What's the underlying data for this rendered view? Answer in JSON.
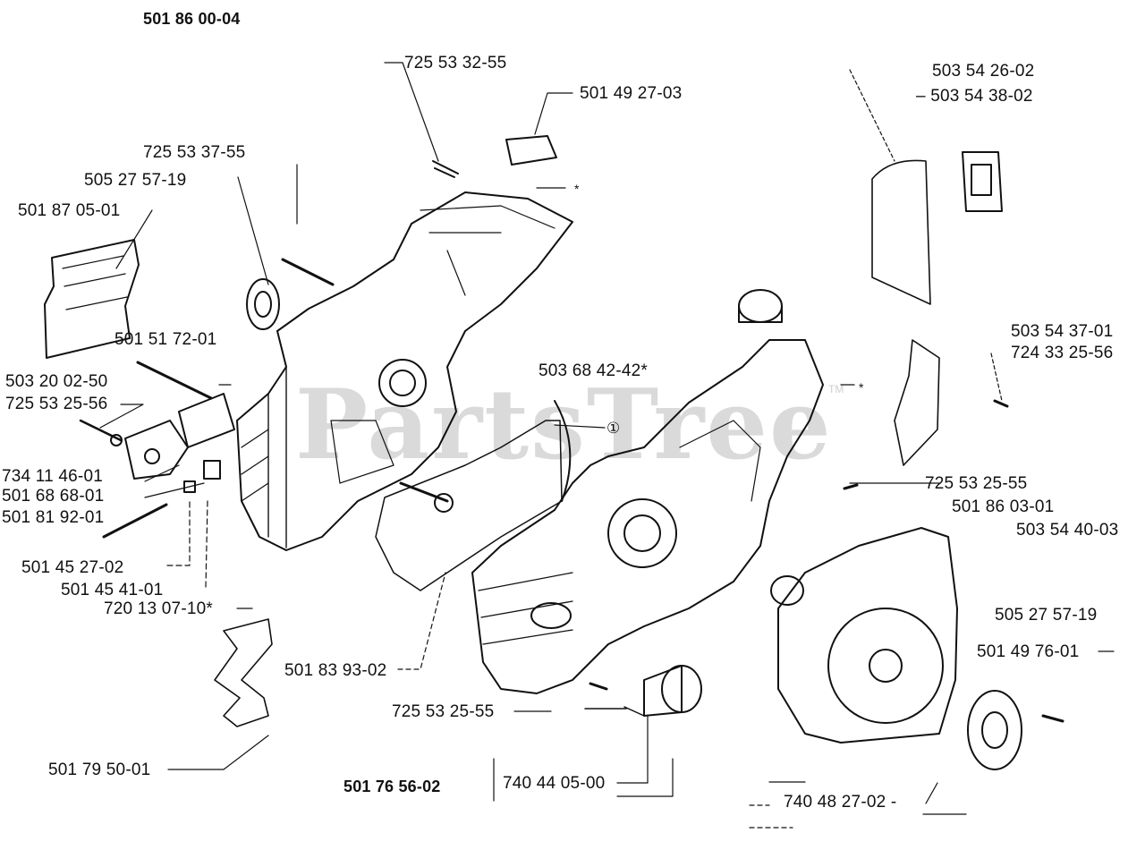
{
  "diagram": {
    "header_part": "501 86 00-04",
    "footer_part": "501 76 56-02",
    "watermark": "PartsTree",
    "trademark": "TM",
    "callout_marker": "①",
    "asterisk": "*",
    "parts": {
      "p_725_53_32_55": "725 53 32-55",
      "p_501_49_27_03": "501 49 27-03",
      "p_503_54_26_02": "503 54 26-02",
      "p_503_54_38_02": "– 503 54 38-02",
      "p_725_53_37_55": "725 53 37-55",
      "p_505_27_57_19_a": "505 27 57-19",
      "p_501_87_05_01": "501 87 05-01",
      "p_503_54_37_01": "503 54 37-01",
      "p_724_33_25_56": "724 33 25-56",
      "p_501_51_72_01": "501 51 72-01",
      "p_503_68_42_42": "503 68 42-42*",
      "p_503_20_02_50": "503 20 02-50",
      "p_725_53_25_56": "725 53 25-56",
      "p_734_11_46_01": "734 11 46-01",
      "p_501_68_68_01": "501 68 68-01",
      "p_501_81_92_01": "501 81 92-01",
      "p_725_53_25_55_a": "725 53 25-55",
      "p_501_86_03_01": "501 86 03-01",
      "p_503_54_40_03": "503 54 40-03",
      "p_501_45_27_02": "501 45 27-02",
      "p_501_45_41_01": "501 45 41-01",
      "p_720_13_07_10": "720 13 07-10*",
      "p_505_27_57_19_b": "505 27 57-19",
      "p_501_49_76_01": "501 49 76-01",
      "p_501_83_93_02": "501 83 93-02",
      "p_725_53_25_55_b": "725 53 25-55",
      "p_501_79_50_01": "501 79 50-01",
      "p_740_44_05_00": "740 44 05-00",
      "p_740_48_27_02": "740 48 27-02 -"
    }
  }
}
